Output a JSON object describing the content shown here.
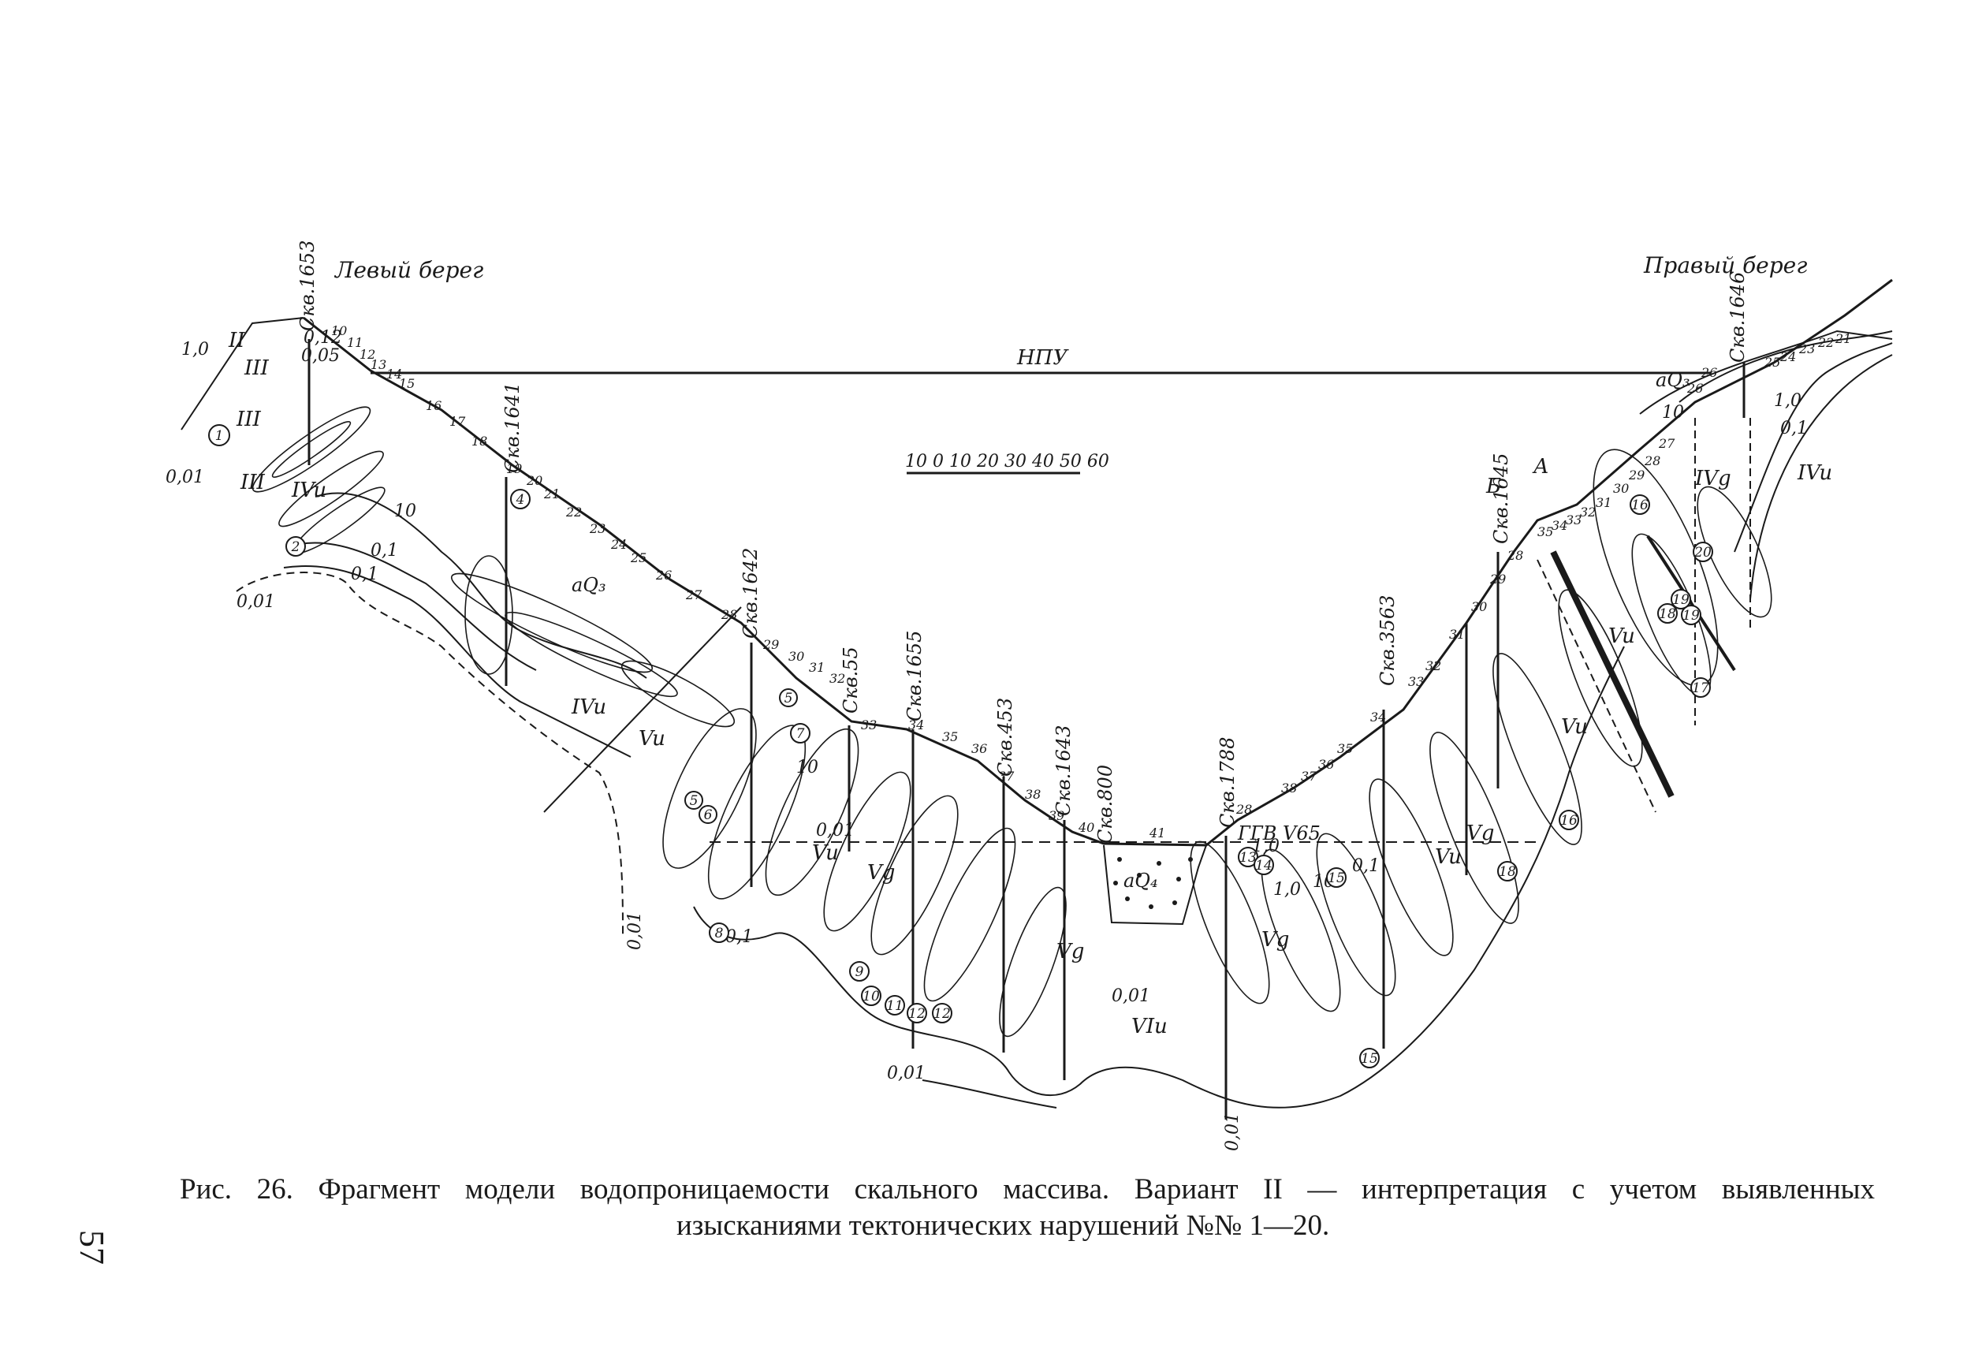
{
  "figure": {
    "left_bank_label": "Левый берег",
    "right_bank_label": "Правый берег",
    "npu_label": "НПУ",
    "scale_label": "10  0  10 20 30 40 50 60",
    "section_label_a": "А",
    "section_label_b": "Б",
    "borehole_labels": [
      "Скв.1653",
      "Скв.1641",
      "Скв.1642",
      "Скв.55",
      "Скв.1655",
      "Скв.453",
      "Скв.1643",
      "Скв.800",
      "Скв.1788",
      "Скв.3563",
      "Скв.1645",
      "Скв.1646"
    ],
    "zone_labels": [
      "II",
      "III",
      "III",
      "III",
      "IVu",
      "IVu",
      "Vu",
      "Vu",
      "Vg",
      "Vu",
      "Vg",
      "Vg",
      "Vu",
      "Vg",
      "Vu",
      "IVg",
      "IVu",
      "VIu"
    ],
    "permeability_labels": [
      "0,01",
      "0,01",
      "0,01",
      "0,01",
      "0,01",
      "1,0",
      "0,1",
      "10",
      "0,1",
      "10",
      "1,0",
      "0,1",
      "10",
      "0,1",
      "0,01",
      "1,0",
      "0,01",
      "1,0",
      "0,1",
      "10",
      "0,12",
      "0,05"
    ],
    "deposit_labels": [
      "aQ₃",
      "aQ₃",
      "aQ₄",
      "ГГВ V65"
    ],
    "fault_numbers": [
      "1",
      "2",
      "4",
      "5",
      "5",
      "6",
      "7",
      "8",
      "9",
      "10",
      "11",
      "12",
      "12",
      "13",
      "14",
      "15",
      "15",
      "16",
      "17",
      "18",
      "19",
      "19",
      "20",
      "16",
      "18"
    ],
    "surface_numbers": [
      "10",
      "11",
      "12",
      "13",
      "14",
      "15",
      "16",
      "17",
      "18",
      "19",
      "20",
      "21",
      "22",
      "23",
      "24",
      "25",
      "26",
      "27",
      "28",
      "29",
      "30",
      "31",
      "32",
      "33",
      "34",
      "35",
      "36",
      "37",
      "38",
      "39",
      "40",
      "41",
      "28",
      "38",
      "37",
      "36",
      "35",
      "34",
      "33",
      "32",
      "31",
      "30",
      "29",
      "28",
      "35",
      "34",
      "33",
      "32",
      "31",
      "30",
      "29",
      "28",
      "27",
      "26",
      "25",
      "24",
      "23",
      "22",
      "21",
      "26"
    ],
    "ink_color": "#1a1a1a",
    "paper_color": "#ffffff"
  },
  "caption": {
    "line1": "Рис. 26.  Фрагмент модели водопроницаемости скального массива. Вариант II — интерпретация с учетом выявленных",
    "line2": "изысканиями тектонических нарушений №№ 1—20."
  },
  "page_number": "57"
}
